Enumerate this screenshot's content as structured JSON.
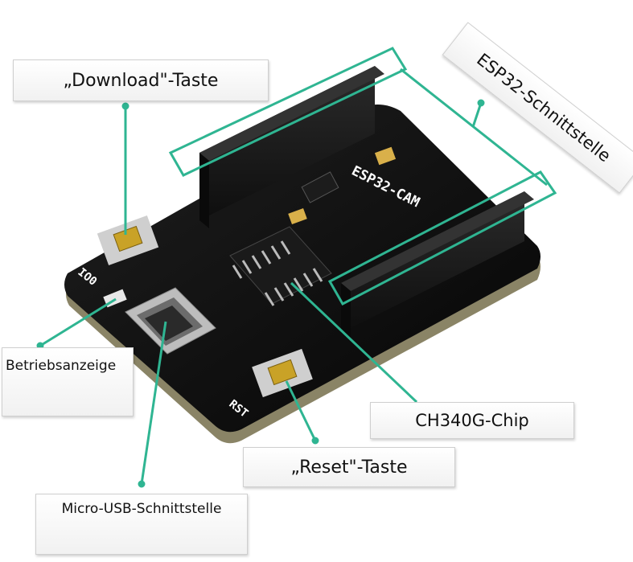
{
  "labels": {
    "download_button": "„Download\"-Taste",
    "esp32_interface": "ESP32-Schnittstelle",
    "power_indicator": "Betriebsanzeige",
    "ch340g_chip": "CH340G-Chip",
    "reset_button": "„Reset\"-Taste",
    "micro_usb": "Micro-USB-Schnittstelle"
  },
  "board_text": {
    "model": "ESP32-CAM",
    "io0": "IO0",
    "rst": "RST"
  },
  "colors": {
    "leader": "#2fb592",
    "board": "#111111",
    "board_edge": "#8a8466",
    "header": "#1c1c1c",
    "button_cap": "#c9a227",
    "component": "#d9b04a"
  }
}
